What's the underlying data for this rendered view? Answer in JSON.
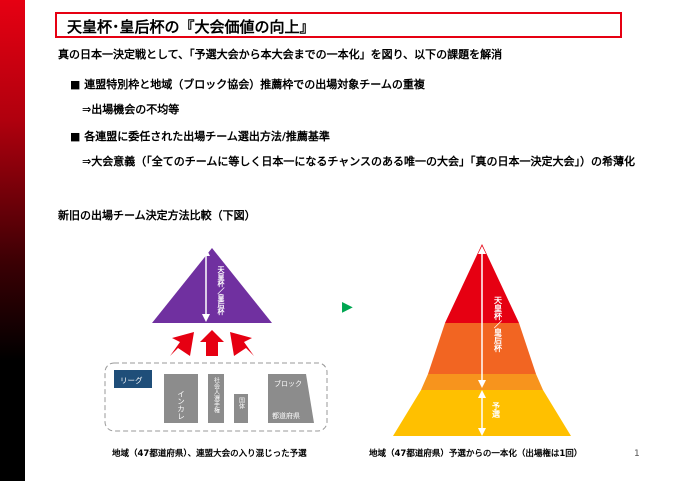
{
  "slide": {
    "title": "天皇杯･皇后杯の『大会価値の向上』",
    "intro": "真の日本一決定戦として、「予選大会から本大会までの一本化」を図り、以下の課題を解消",
    "bullet1": "■ 連盟特別枠と地域（ブロック協会）推薦枠での出場対象チームの重複",
    "sub1": "⇒出場機会の不均等",
    "bullet2": "■ 各連盟に委任された出場チーム選出方法/推薦基準",
    "sub2": "⇒大会意義（「全てのチームに等しく日本一になるチャンスのある唯一の大会」「真の日本一決定大会」）の希薄化",
    "section_heading": "新旧の出場チーム決定方法比較（下図）",
    "page_number": "1"
  },
  "left_diagram": {
    "pyramid_label": "天皇杯／皇后杯",
    "blocks": [
      "リーグ",
      "インカレ",
      "社会人選手権",
      "国体",
      "ブロック",
      "都道府県"
    ],
    "caption": "地域（47都道府県）、連盟大会の入り混じった予選",
    "colors": {
      "pyramid": "#7030a0",
      "arrows": "#e60012",
      "blocks": "#8c8c8c",
      "league": "#1f4e79"
    }
  },
  "arrow_between": "▶",
  "right_diagram": {
    "upper_label": "天皇杯／皇后杯",
    "lower_label": "予選",
    "caption": "地域（47都道府県）予選からの一本化（出場権は1回）",
    "colors": {
      "tier1": "#e60012",
      "tier2": "#f26522",
      "tier3": "#f7941d",
      "tier4": "#ffc000"
    }
  }
}
